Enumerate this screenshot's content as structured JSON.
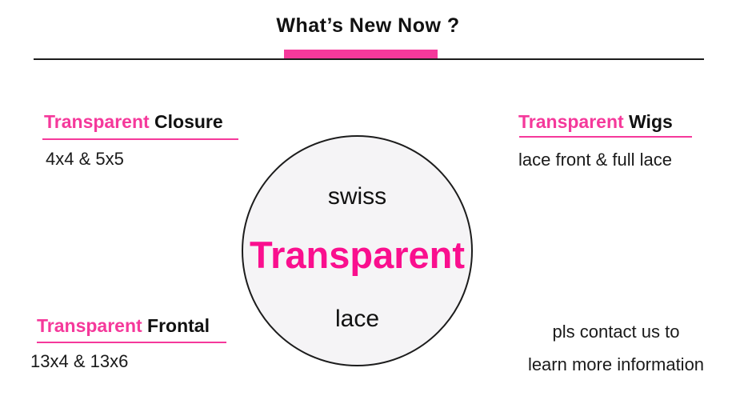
{
  "page": {
    "background": "#ffffff",
    "accent_pink": "#f5399b",
    "circle_text_pink": "#fa0f8e",
    "text_color": "#1a1a1a"
  },
  "header": {
    "title": "What’s New Now ?"
  },
  "sections": {
    "closure": {
      "highlight": "Transparent",
      "rest": "Closure",
      "detail": "4x4 & 5x5"
    },
    "wigs": {
      "highlight": "Transparent",
      "rest": "Wigs",
      "detail": "lace front & full lace"
    },
    "frontal": {
      "highlight": "Transparent",
      "rest": "Frontal",
      "detail": "13x4 & 13x6"
    },
    "contact": {
      "line1": "pls contact us to",
      "line2": "learn more information"
    }
  },
  "circle": {
    "top_word": "swiss",
    "middle_word": "Transparent",
    "bottom_word": "lace"
  }
}
